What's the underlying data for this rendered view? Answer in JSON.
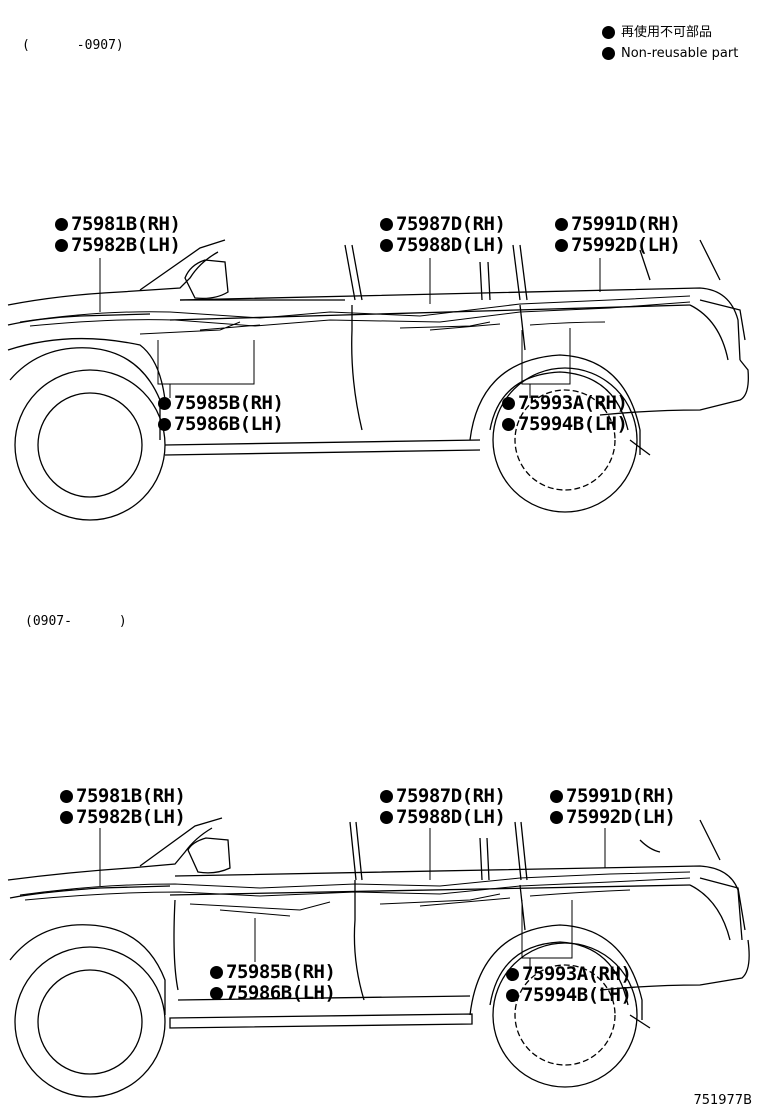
{
  "legend": {
    "items": [
      {
        "label_ja": "再使用不可部品"
      },
      {
        "label_en": "Non-reusable part"
      }
    ]
  },
  "diagram_top": {
    "range_label": "(      -0907)",
    "callouts": {
      "front_fender": {
        "rh": "75981B(RH)",
        "lh": "75982B(LH)"
      },
      "front_door": {
        "rh": "75987D(RH)",
        "lh": "75988D(LH)"
      },
      "quarter": {
        "rh": "75991D(RH)",
        "lh": "75992D(LH)"
      },
      "lower_front": {
        "rh": "75985B(RH)",
        "lh": "75986B(LH)"
      },
      "lower_rear": {
        "rh": "75993A(RH)",
        "lh": "75994B(LH)"
      }
    }
  },
  "diagram_bottom": {
    "range_label": "(0907-      )",
    "callouts": {
      "front_fender": {
        "rh": "75981B(RH)",
        "lh": "75982B(LH)"
      },
      "front_door": {
        "rh": "75987D(RH)",
        "lh": "75988D(LH)"
      },
      "quarter": {
        "rh": "75991D(RH)",
        "lh": "75992D(LH)"
      },
      "lower_front": {
        "rh": "75985B(RH)",
        "lh": "75986B(LH)"
      },
      "lower_rear": {
        "rh": "75993A(RH)",
        "lh": "75994B(LH)"
      }
    }
  },
  "figure_id": "751977B"
}
